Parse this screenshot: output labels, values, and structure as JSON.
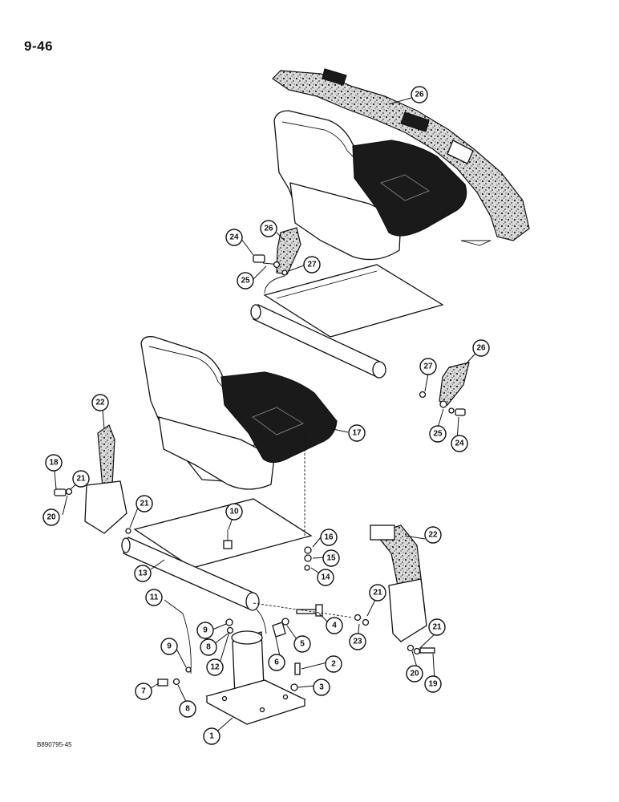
{
  "page_number": "9-46",
  "figure_code": "B890795-45",
  "callouts": [
    {
      "label": "26"
    },
    {
      "label": "26"
    },
    {
      "label": "24"
    },
    {
      "label": "25"
    },
    {
      "label": "27"
    },
    {
      "label": "26"
    },
    {
      "label": "27"
    },
    {
      "label": "25"
    },
    {
      "label": "24"
    },
    {
      "label": "22"
    },
    {
      "label": "17"
    },
    {
      "label": "18"
    },
    {
      "label": "21"
    },
    {
      "label": "20"
    },
    {
      "label": "21"
    },
    {
      "label": "10"
    },
    {
      "label": "16"
    },
    {
      "label": "15"
    },
    {
      "label": "14"
    },
    {
      "label": "22"
    },
    {
      "label": "13"
    },
    {
      "label": "11"
    },
    {
      "label": "21"
    },
    {
      "label": "9"
    },
    {
      "label": "4"
    },
    {
      "label": "8"
    },
    {
      "label": "5"
    },
    {
      "label": "23"
    },
    {
      "label": "21"
    },
    {
      "label": "12"
    },
    {
      "label": "9"
    },
    {
      "label": "6"
    },
    {
      "label": "2"
    },
    {
      "label": "20"
    },
    {
      "label": "19"
    },
    {
      "label": "7"
    },
    {
      "label": "8"
    },
    {
      "label": "3"
    },
    {
      "label": "1"
    }
  ]
}
